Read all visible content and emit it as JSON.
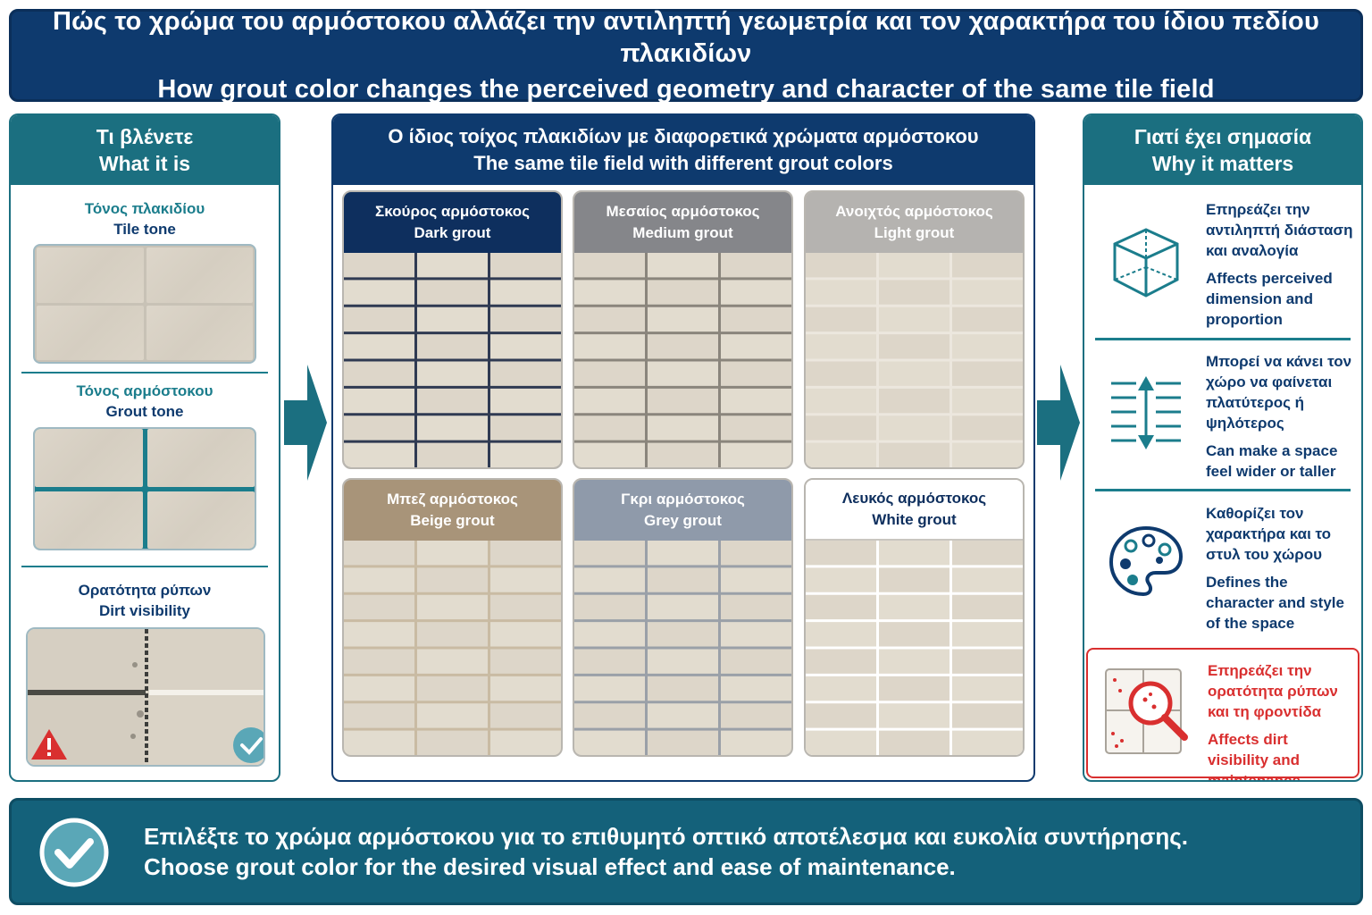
{
  "header": {
    "title_gr": "Πώς το χρώμα του αρμόστοκου αλλάζει την αντιληπτή γεωμετρία και τον χαρακτήρα του ίδιου πεδίου πλακιδίων",
    "title_en": "How grout color changes the perceived geometry and character of the same tile field"
  },
  "left": {
    "heading_gr": "Τι βλένετε",
    "heading_en": "What it is",
    "sections": [
      {
        "gr": "Τόνος πλακιδίου",
        "en": "Tile tone"
      },
      {
        "gr": "Τόνος αρμόστοκου",
        "en": "Grout tone"
      },
      {
        "gr": "Ορατότητα ρύπων",
        "en": "Dirt visibility"
      }
    ],
    "icons": {
      "warning": "warning-triangle-icon",
      "ok": "check-circle-icon"
    },
    "colors": {
      "accent": "#1b7d8c",
      "warning": "#d92f2f",
      "ok": "#5aa7b7"
    }
  },
  "middle": {
    "heading_gr": "Ο ίδιος τοίχος πλακιδίων με διαφορετικά χρώματα αρμόστοκου",
    "heading_en": "The same tile field with different grout colors",
    "cards": [
      {
        "gr": "Σκούρος αρμόστοκος",
        "en": "Dark grout",
        "head_color": "#0e2f5e",
        "text_color": "#ffffff",
        "grout_color": "#2f3a52"
      },
      {
        "gr": "Μεσαίος αρμόστοκος",
        "en": "Medium grout",
        "head_color": "#85868a",
        "text_color": "#ffffff",
        "grout_color": "#8a857c"
      },
      {
        "gr": "Ανοιχτός αρμόστοκος",
        "en": "Light grout",
        "head_color": "#b5b3b0",
        "text_color": "#ffffff",
        "grout_color": "#ece7de"
      },
      {
        "gr": "Μπεζ αρμόστοκος",
        "en": "Beige grout",
        "head_color": "#a89479",
        "text_color": "#ffffff",
        "grout_color": "#c9bba3"
      },
      {
        "gr": "Γκρι αρμόστοκος",
        "en": "Grey grout",
        "head_color": "#8f9aaa",
        "text_color": "#ffffff",
        "grout_color": "#9aa0a8"
      },
      {
        "gr": "Λευκός αρμόστοκος",
        "en": "White grout",
        "head_color": "#ffffff",
        "text_color": "#0e2f5e",
        "grout_color": "#ffffff"
      }
    ]
  },
  "right": {
    "heading_gr": "Γιατί έχει σημασία",
    "heading_en": "Why it matters",
    "items": [
      {
        "icon": "cube-icon",
        "gr": "Επηρεάζει την αντιληπτή διάσταση και αναλογία",
        "en": "Affects perceived dimension and proportion"
      },
      {
        "icon": "expand-arrows-icon",
        "gr": "Μπορεί να κάνει τον χώρο να φαίνεται πλατύτερος ή ψηλότερος",
        "en": "Can make a space feel wider or taller"
      },
      {
        "icon": "palette-icon",
        "gr": "Καθορίζει τον χαρακτήρα και το στυλ του χώρου",
        "en": "Defines the character and style of the space"
      },
      {
        "icon": "magnifier-dirt-icon",
        "gr": "Επηρεάζει την ορατότητα ρύπων και τη φροντίδα",
        "en": "Affects dirt visibility and maintenance"
      }
    ]
  },
  "footer": {
    "icon": "check-circle-icon",
    "line_gr": "Επιλέξτε το χρώμα αρμόστοκου για το επιθυμητό οπτικό αποτέλεσμα και ευκολία συντήρησης.",
    "line_en": "Choose grout color for the desired visual effect and ease of maintenance."
  }
}
